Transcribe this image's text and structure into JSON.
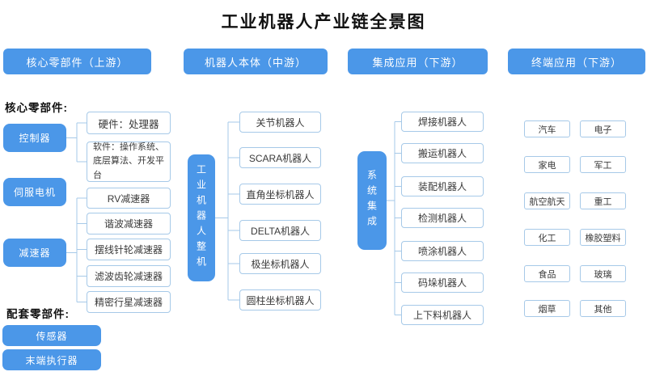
{
  "title": "工业机器人产业链全景图",
  "headers": {
    "upstream": "核心零部件（上游）",
    "midstream": "机器人本体（中游）",
    "integration": "集成应用（下游）",
    "terminal": "终端应用（下游）"
  },
  "upstream": {
    "core_label": "核心零部件:",
    "aux_label": "配套零部件:",
    "parents": [
      "控制器",
      "伺服电机",
      "减速器"
    ],
    "controller_children": [
      "硬件：处理器",
      "软件：操作系统、底层算法、开发平台"
    ],
    "reducer_children": [
      "RV减速器",
      "谐波减速器",
      "摆线针轮减速器",
      "滤波齿轮减速器",
      "精密行星减速器"
    ],
    "aux_items": [
      "传感器",
      "末端执行器"
    ]
  },
  "midstream": {
    "hub": "工业机器人整机",
    "items": [
      "关节机器人",
      "SCARA机器人",
      "直角坐标机器人",
      "DELTA机器人",
      "极坐标机器人",
      "圆柱坐标机器人"
    ]
  },
  "integration": {
    "hub": "系统集成",
    "items": [
      "焊接机器人",
      "搬运机器人",
      "装配机器人",
      "检测机器人",
      "喷涂机器人",
      "码垛机器人",
      "上下料机器人"
    ]
  },
  "applications": {
    "items": [
      "汽车",
      "电子",
      "家电",
      "军工",
      "航空航天",
      "重工",
      "化工",
      "橡胶塑料",
      "食品",
      "玻璃",
      "烟草",
      "其他"
    ]
  },
  "colors": {
    "accent": "#4b97e8",
    "box_border": "#a6c9e8",
    "connector": "#a6c9e8"
  }
}
